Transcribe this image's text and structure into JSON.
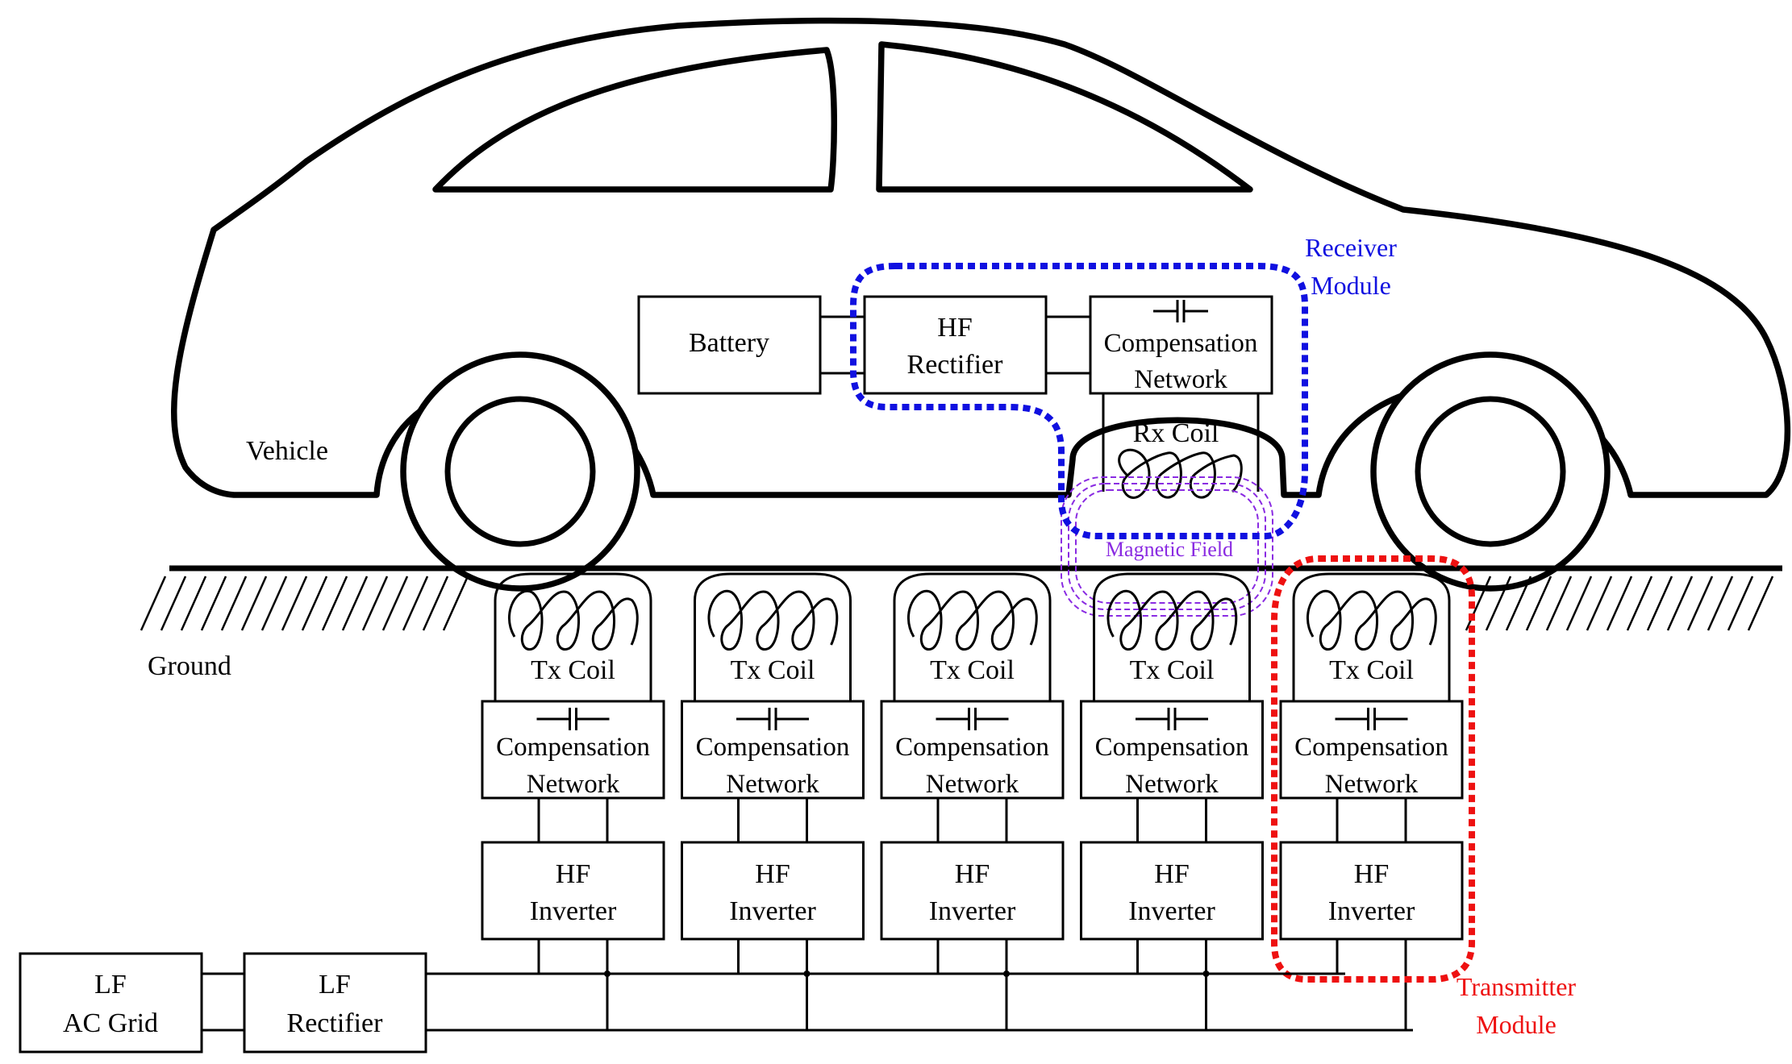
{
  "labels": {
    "vehicle": "Vehicle",
    "ground": "Ground",
    "battery": "Battery",
    "hf_rectifier_1": "HF",
    "hf_rectifier_2": "Rectifier",
    "rx_comp_1": "Compensation",
    "rx_comp_2": "Network",
    "rx_coil": "Rx Coil",
    "magnetic_field": "Magnetic Field",
    "receiver_module_1": "Receiver",
    "receiver_module_2": "Module",
    "transmitter_module_1": "Transmitter",
    "transmitter_module_2": "Module",
    "lf_ac_grid_1": "LF",
    "lf_ac_grid_2": "AC Grid",
    "lf_rectifier_1": "LF",
    "lf_rectifier_2": "Rectifier"
  },
  "tx_units": [
    {
      "coil": "Tx Coil",
      "comp_1": "Compensation",
      "comp_2": "Network",
      "inv_1": "HF",
      "inv_2": "Inverter"
    },
    {
      "coil": "Tx Coil",
      "comp_1": "Compensation",
      "comp_2": "Network",
      "inv_1": "HF",
      "inv_2": "Inverter"
    },
    {
      "coil": "Tx Coil",
      "comp_1": "Compensation",
      "comp_2": "Network",
      "inv_1": "HF",
      "inv_2": "Inverter"
    },
    {
      "coil": "Tx Coil",
      "comp_1": "Compensation",
      "comp_2": "Network",
      "inv_1": "HF",
      "inv_2": "Inverter"
    },
    {
      "coil": "Tx Coil",
      "comp_1": "Compensation",
      "comp_2": "Network",
      "inv_1": "HF",
      "inv_2": "Inverter"
    }
  ],
  "colors": {
    "receiver": "#1010e0",
    "transmitter": "#ee1111",
    "field": "#8a2be2",
    "line": "#000000"
  }
}
